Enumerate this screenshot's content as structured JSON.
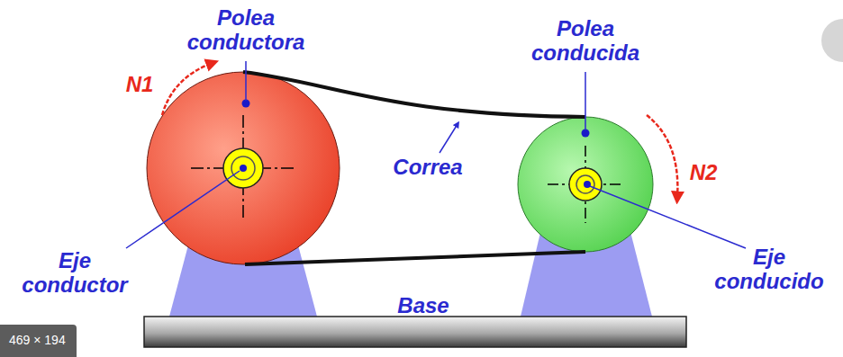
{
  "diagram": {
    "nodes": [
      {
        "text": [
          "469 × 194"
        ]
      }
    ],
    "labels": [
      "Polea conductora",
      "Polea conducida",
      "N1",
      "N2",
      "Correa",
      "Eje conductor",
      "Eje conducido",
      "Base"
    ]
  }
}
